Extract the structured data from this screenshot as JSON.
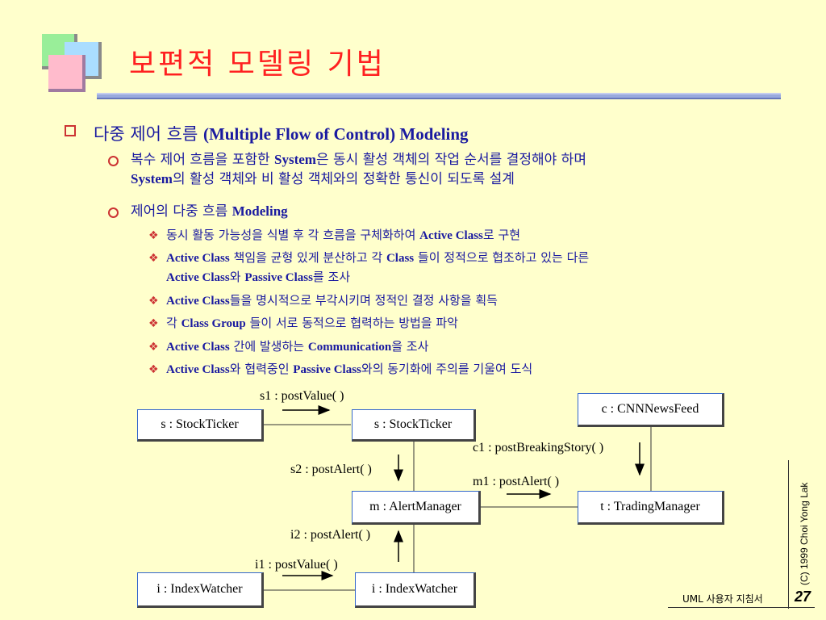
{
  "title": "보편적 모델링 기법",
  "heading": {
    "kr": "다중 제어 흐름 ",
    "en": "(Multiple Flow of Control) Modeling"
  },
  "sub1": {
    "line1_a": "복수 제어 흐름을 포함한 ",
    "line1_b": "System",
    "line1_c": "은 동시 활성 객체의 작업 순서를 결정해야 하며",
    "line2_a": "System",
    "line2_b": "의 활성 객체와 비 활성 객체와의 정확한 통신이 되도록 설계"
  },
  "sub2": {
    "a": "제어의 다중 흐름 ",
    "b": "Modeling"
  },
  "points": [
    {
      "a": "동시 활동 가능성을 식별 후 각 흐름을 구체화하여 ",
      "b": "Active Class",
      "c": "로 구현"
    },
    {
      "a": "Active Class",
      "b": " 책임을 균형 있게 분산하고 각 ",
      "c": "Class",
      "d": " 들이 정적으로 협조하고 있는 다른",
      "e": "Active Class",
      "f": "와 ",
      "g": "Passive Class",
      "h": "를 조사"
    },
    {
      "a": "Active Class",
      "b": "들을 명시적으로 부각시키며 정적인 결정 사항을 획득"
    },
    {
      "a": "각 ",
      "b": "Class Group",
      "c": " 들이 서로 동적으로 협력하는 방법을 파악"
    },
    {
      "a": "Active Class",
      "b": " 간에 발생하는 ",
      "c": "Communication",
      "d": "을 조사"
    },
    {
      "a": "Active Class",
      "b": "와 협력중인 ",
      "c": "Passive Class",
      "d": "와의 동기화에 주의를 기울여 도식"
    }
  ],
  "diagram": {
    "boxes": {
      "st1": "s : StockTicker",
      "st2": "s : StockTicker",
      "cnn": "c : CNNNewsFeed",
      "am": "m : AlertManager",
      "tm": "t : TradingManager",
      "iw1": "i : IndexWatcher",
      "iw2": "i : IndexWatcher"
    },
    "messages": {
      "s1": "s1 : postValue( )",
      "c1": "c1 : postBreakingStory( )",
      "s2": "s2 : postAlert( )",
      "m1": "m1 : postAlert( )",
      "i2": "i2 : postAlert( )",
      "i1": "i1 : postValue( )"
    }
  },
  "footer": {
    "copyright": "(C) 1999  Choi Yong Lak",
    "text": "UML 사용자 지침서",
    "page": "27"
  }
}
